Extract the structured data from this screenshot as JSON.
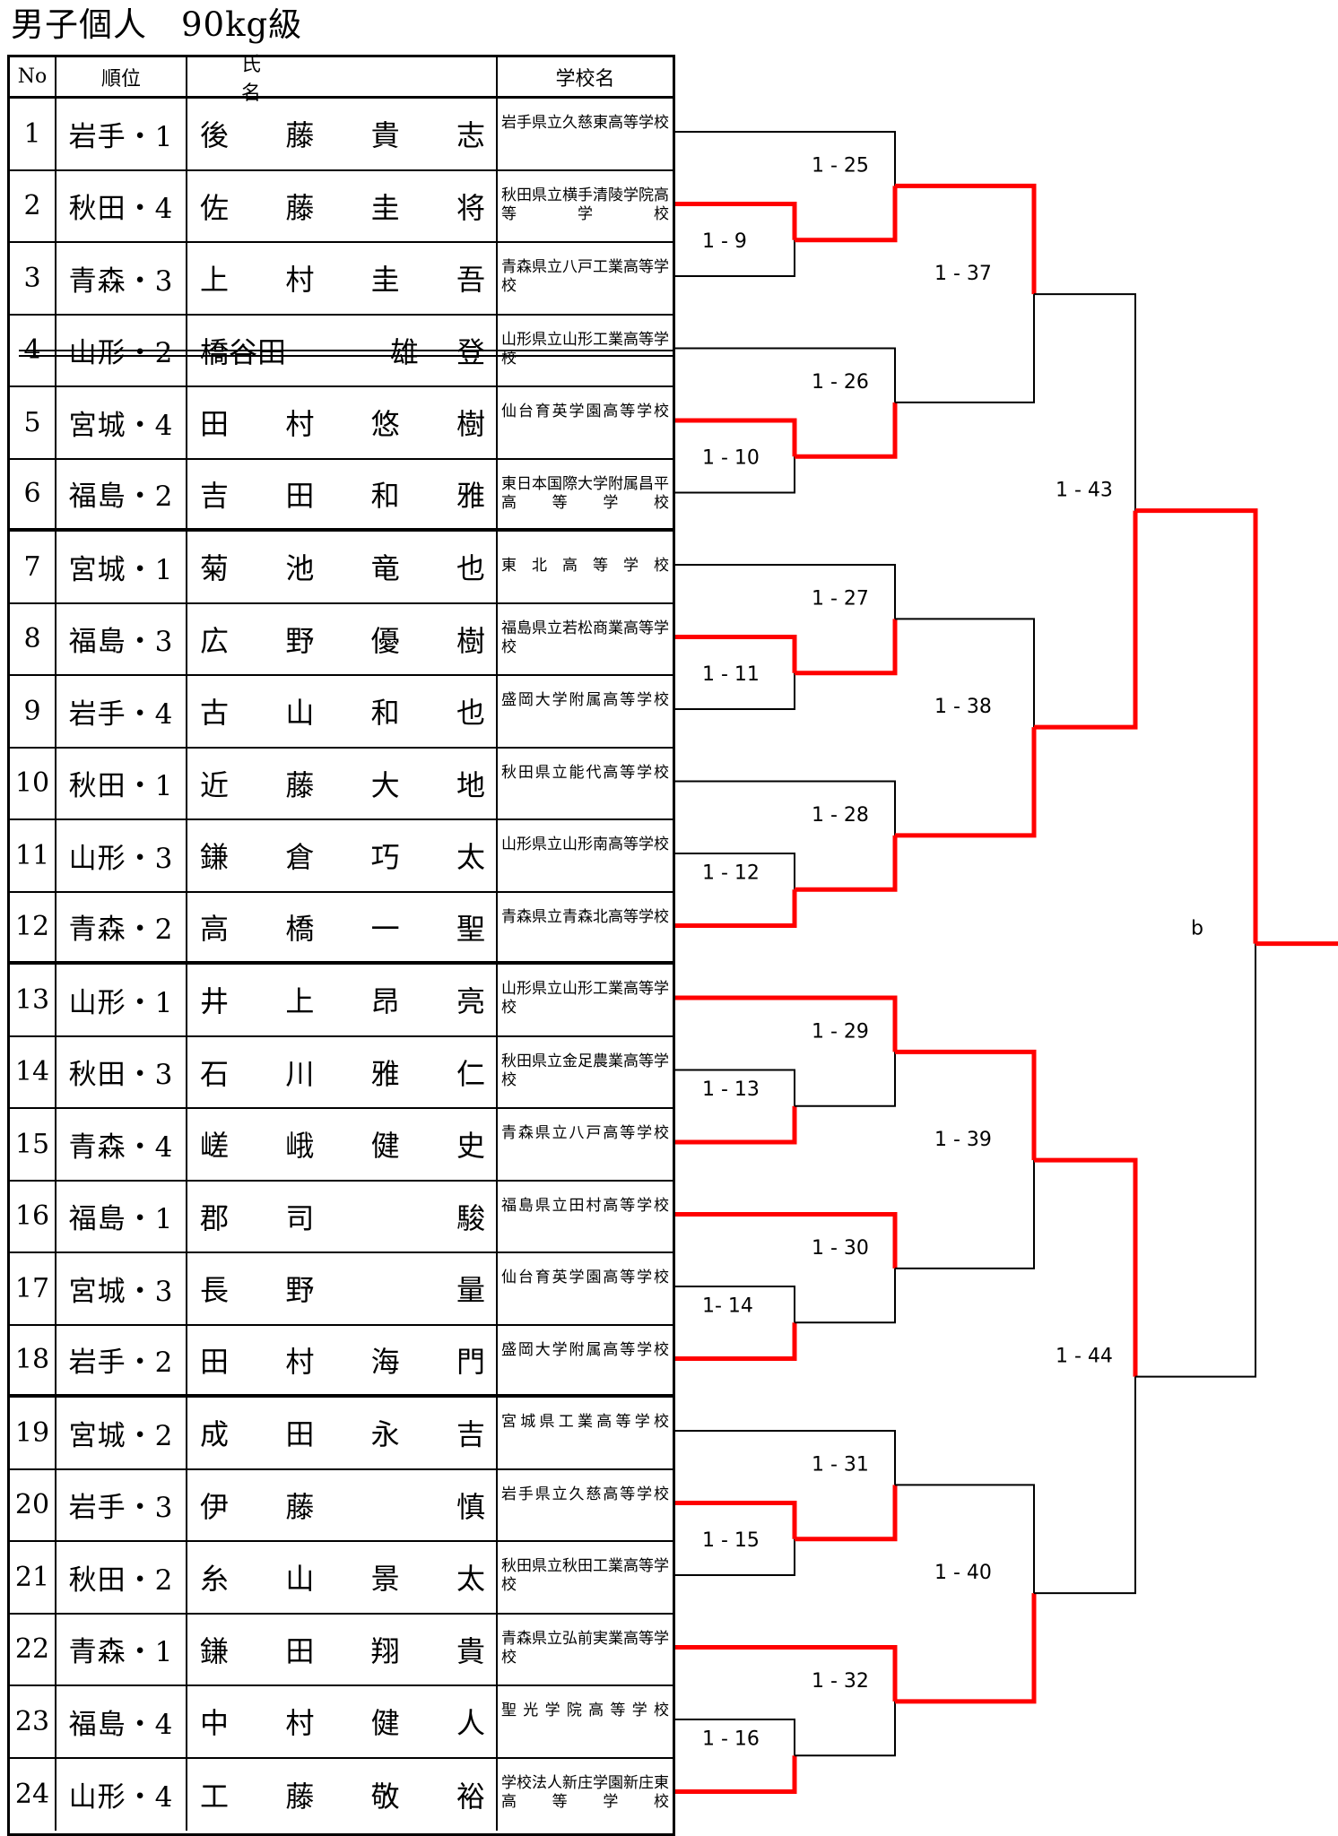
{
  "title": "男子個人　90kg級",
  "table": {
    "headers": {
      "no": "No",
      "rank": "順位",
      "name": "氏　　名",
      "school": "学校名"
    },
    "rows": [
      {
        "no": "1",
        "rank": "岩手・1",
        "name": [
          "後",
          "藤",
          "貴",
          "志"
        ],
        "school": "岩手県立久慈東高等学校"
      },
      {
        "no": "2",
        "rank": "秋田・4",
        "name": [
          "佐",
          "藤",
          "圭",
          "将"
        ],
        "school": "秋田県立横手清陵学院高等学校"
      },
      {
        "no": "3",
        "rank": "青森・3",
        "name": [
          "上",
          "村",
          "圭",
          "吾"
        ],
        "school": "青森県立八戸工業高等学校"
      },
      {
        "no": "4",
        "rank": "山形・2",
        "name": [
          "橋谷田",
          "",
          "雄",
          "登"
        ],
        "school": "山形県立山形工業高等学校",
        "withdrawn": true
      },
      {
        "no": "5",
        "rank": "宮城・4",
        "name": [
          "田",
          "村",
          "悠",
          "樹"
        ],
        "school": "仙台育英学園高等学校"
      },
      {
        "no": "6",
        "rank": "福島・2",
        "name": [
          "吉",
          "田",
          "和",
          "雅"
        ],
        "school": "東日本国際大学附属昌平高等学校"
      },
      {
        "no": "7",
        "rank": "宮城・1",
        "name": [
          "菊",
          "池",
          "竜",
          "也"
        ],
        "school": "東北高等学校"
      },
      {
        "no": "8",
        "rank": "福島・3",
        "name": [
          "広",
          "野",
          "優",
          "樹"
        ],
        "school": "福島県立若松商業高等学校"
      },
      {
        "no": "9",
        "rank": "岩手・4",
        "name": [
          "古",
          "山",
          "和",
          "也"
        ],
        "school": "盛岡大学附属高等学校"
      },
      {
        "no": "10",
        "rank": "秋田・1",
        "name": [
          "近",
          "藤",
          "大",
          "地"
        ],
        "school": "秋田県立能代高等学校"
      },
      {
        "no": "11",
        "rank": "山形・3",
        "name": [
          "鎌",
          "倉",
          "巧",
          "太"
        ],
        "school": "山形県立山形南高等学校"
      },
      {
        "no": "12",
        "rank": "青森・2",
        "name": [
          "高",
          "橋",
          "一",
          "聖"
        ],
        "school": "青森県立青森北高等学校"
      },
      {
        "no": "13",
        "rank": "山形・1",
        "name": [
          "井",
          "上",
          "昂",
          "亮"
        ],
        "school": "山形県立山形工業高等学校"
      },
      {
        "no": "14",
        "rank": "秋田・3",
        "name": [
          "石",
          "川",
          "雅",
          "仁"
        ],
        "school": "秋田県立金足農業高等学校"
      },
      {
        "no": "15",
        "rank": "青森・4",
        "name": [
          "嵯",
          "峨",
          "健",
          "史"
        ],
        "school": "青森県立八戸高等学校"
      },
      {
        "no": "16",
        "rank": "福島・1",
        "name": [
          "郡",
          "司",
          "",
          "駿"
        ],
        "school": "福島県立田村高等学校"
      },
      {
        "no": "17",
        "rank": "宮城・3",
        "name": [
          "長",
          "野",
          "",
          "量"
        ],
        "school": "仙台育英学園高等学校"
      },
      {
        "no": "18",
        "rank": "岩手・2",
        "name": [
          "田",
          "村",
          "海",
          "門"
        ],
        "school": "盛岡大学附属高等学校"
      },
      {
        "no": "19",
        "rank": "宮城・2",
        "name": [
          "成",
          "田",
          "永",
          "吉"
        ],
        "school": "宮城県工業高等学校"
      },
      {
        "no": "20",
        "rank": "岩手・3",
        "name": [
          "伊",
          "藤",
          "",
          "慎"
        ],
        "school": "岩手県立久慈高等学校"
      },
      {
        "no": "21",
        "rank": "秋田・2",
        "name": [
          "糸",
          "山",
          "景",
          "太"
        ],
        "school": "秋田県立秋田工業高等学校"
      },
      {
        "no": "22",
        "rank": "青森・1",
        "name": [
          "鎌",
          "田",
          "翔",
          "貴"
        ],
        "school": "青森県立弘前実業高等学校"
      },
      {
        "no": "23",
        "rank": "福島・4",
        "name": [
          "中",
          "村",
          "健",
          "人"
        ],
        "school": "聖光学院高等学校"
      },
      {
        "no": "24",
        "rank": "山形・4",
        "name": [
          "工",
          "藤",
          "敬",
          "裕"
        ],
        "school": "学校法人新庄学園新庄東高等学校"
      }
    ]
  },
  "bracket": {
    "winner_color": "#ff0000",
    "line_color": "#000000",
    "match_labels": [
      "1 - 9",
      "1 - 10",
      "1 - 11",
      "1 - 12",
      "1 - 13",
      "1- 14",
      "1 - 15",
      "1 - 16",
      "1 - 25",
      "1 - 26",
      "1 - 27",
      "1 - 28",
      "1 - 29",
      "1 - 30",
      "1 - 31",
      "1 - 32",
      "1 - 37",
      "1 - 38",
      "1 - 39",
      "1 - 40",
      "1 - 43",
      "1 - 44",
      "b"
    ]
  }
}
